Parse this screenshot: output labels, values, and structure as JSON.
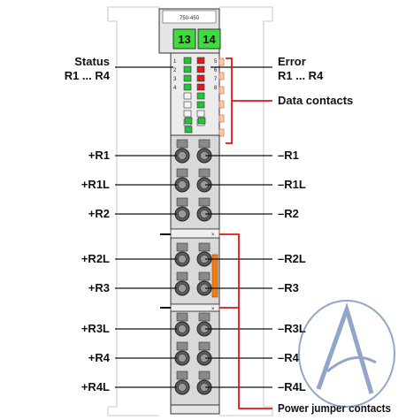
{
  "module": {
    "part_number": "750-450",
    "connector_left": "13",
    "connector_right": "14"
  },
  "labels_left": {
    "status_line1": "Status",
    "status_line2": "R1 ... R4",
    "r1": "+R1",
    "r1l": "+R1L",
    "r2": "+R2",
    "r2l": "+R2L",
    "r3": "+R3",
    "r3l": "+R3L",
    "r4": "+R4",
    "r4l": "+R4L"
  },
  "labels_right": {
    "error_line1": "Error",
    "error_line2": "R1 ... R4",
    "data_contacts": "Data contacts",
    "r1": "–R1",
    "r1l": "–R1L",
    "r2": "–R2",
    "r2l": "–R2L",
    "r3": "–R3",
    "r3l": "–R3L",
    "r4": "–R4",
    "r4l": "–R4L",
    "power_jumper": "Power jumper contacts"
  },
  "led_numbers_left": [
    "1",
    "2",
    "3",
    "4"
  ],
  "led_numbers_right": [
    "5",
    "6",
    "7",
    "8"
  ],
  "colors": {
    "green_led": "#22c43a",
    "red_led": "#e01b1b",
    "orange_jumper": "#f07c12",
    "callout_red": "#e01515",
    "module_gray": "#d9d9d9"
  }
}
